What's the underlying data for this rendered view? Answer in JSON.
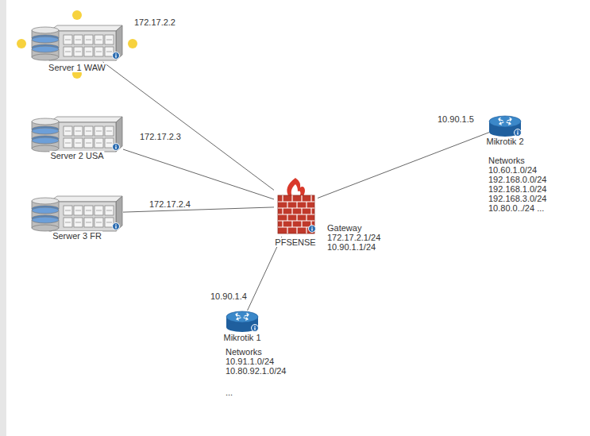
{
  "diagram": {
    "nodes": [
      {
        "text": [
          "Server 1 WAW",
          "172.17.2.2"
        ]
      },
      {
        "text": [
          "Server 2 USA",
          "172.17.2.3"
        ]
      },
      {
        "text": [
          "Serwer 3 FR",
          "172.17.2.4"
        ]
      },
      {
        "text": [
          "PFSENSE",
          "Gateway 172.17.2.1/24 10.90.1.1/24"
        ]
      },
      {
        "text": [
          "10.90.1.5",
          "Mikrotik 2",
          "Networks 10.60.1.0/24 192.168.0.0/24 192.168.1.0/24 192.168.3.0/24 10.80.0../24 ..."
        ]
      },
      {
        "text": [
          "10.90.1.4",
          "Mikrotik 1",
          "Networks 10.91.1.0/24 10.80.92.1.0/24",
          "..."
        ]
      }
    ],
    "edges": [
      {
        "from": 0,
        "to": 3,
        "arrow": "none"
      },
      {
        "from": 1,
        "to": 3,
        "arrow": "none"
      },
      {
        "from": 2,
        "to": 3,
        "arrow": "none"
      },
      {
        "from": 3,
        "to": 4,
        "arrow": "none"
      },
      {
        "from": 3,
        "to": 5,
        "arrow": "none"
      }
    ]
  }
}
